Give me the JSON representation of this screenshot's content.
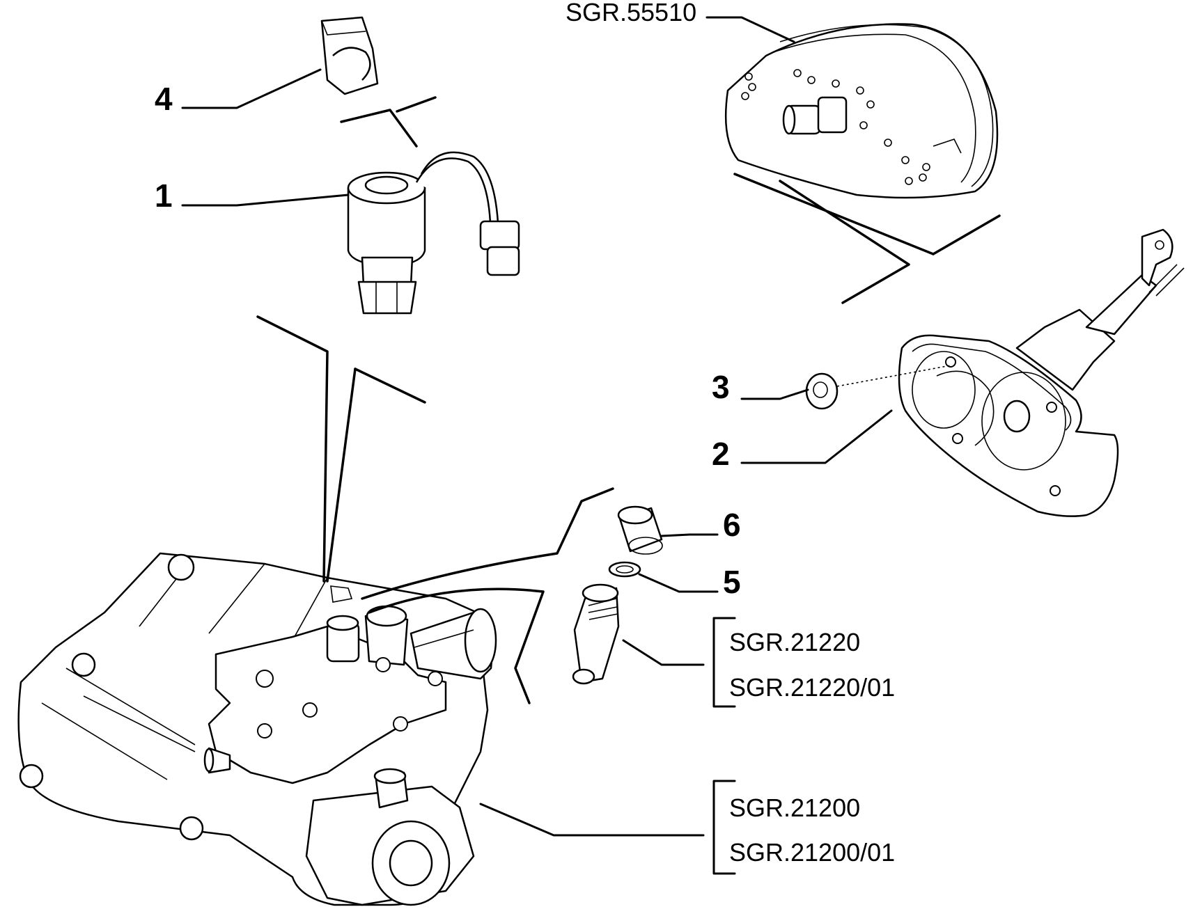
{
  "callouts": {
    "c1": "1",
    "c2": "2",
    "c3": "3",
    "c4": "4",
    "c5": "5",
    "c6": "6"
  },
  "references": {
    "instrument_cluster": "SGR.55510",
    "speedometer_drive_1": "SGR.21220",
    "speedometer_drive_2": "SGR.21220/01",
    "gearbox_1": "SGR.21200",
    "gearbox_2": "SGR.21200/01"
  },
  "colors": {
    "line": "#000000",
    "background": "#ffffff"
  }
}
